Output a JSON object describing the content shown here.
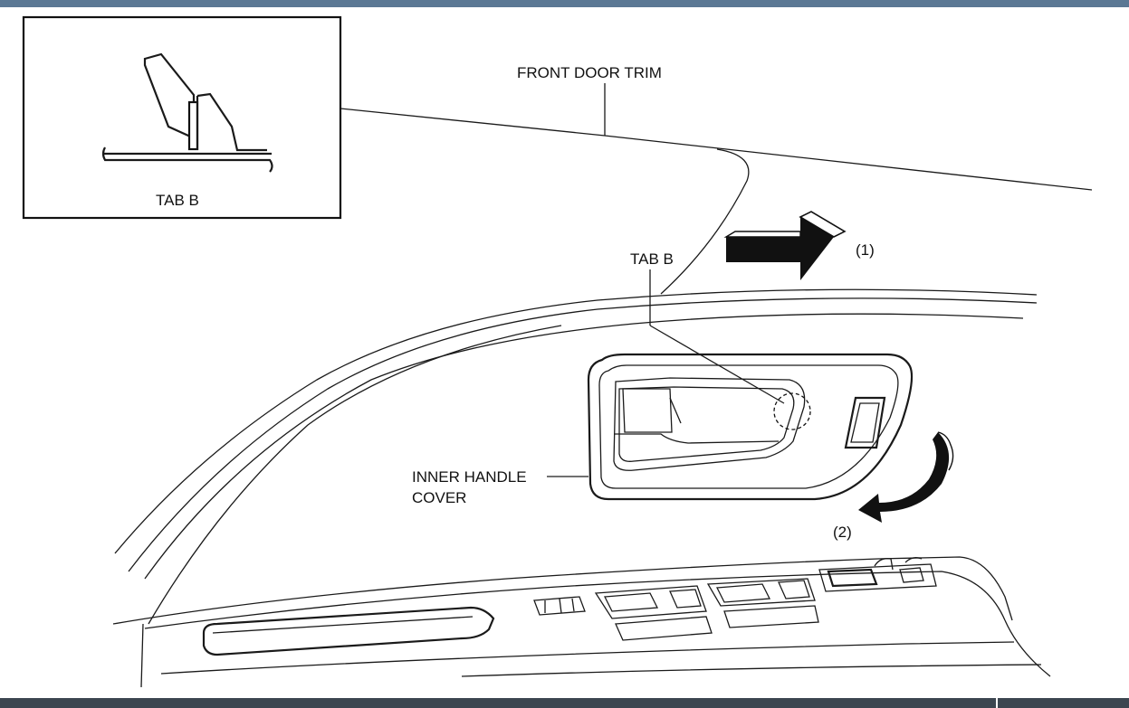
{
  "labels": {
    "inset_tab": "TAB B",
    "front_door_trim": "FRONT DOOR TRIM",
    "tab_b": "TAB B",
    "step1": "(1)",
    "step2": "(2)",
    "inner_handle_line1": "INNER HANDLE",
    "inner_handle_line2": "COVER"
  },
  "colors": {
    "top_bar": "#5b7894",
    "bottom_bar": "#3c4650",
    "ink": "#1a1a1a"
  }
}
